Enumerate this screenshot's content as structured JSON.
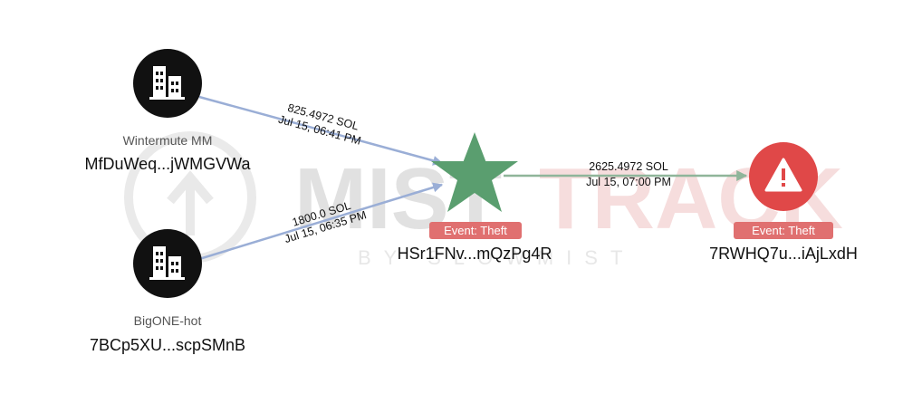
{
  "watermark": {
    "brand_left": "MIST",
    "brand_right": "TRACK",
    "tagline": "BY SLOWMIST"
  },
  "nodes": {
    "wintermute": {
      "label": "Wintermute MM",
      "address": "MfDuWeq...jWMGVWa",
      "icon": "building-icon"
    },
    "bigone": {
      "label": "BigONE-hot",
      "address": "7BCp5XU...scpSMnB",
      "icon": "building-icon"
    },
    "victim": {
      "badge": "Event: Theft",
      "address": "HSr1FNv...mQzPg4R",
      "icon": "star-icon",
      "color": "#5a9e6f"
    },
    "attacker": {
      "badge": "Event: Theft",
      "address": "7RWHQ7u...iAjLxdH",
      "icon": "warning-icon",
      "color": "#e04848"
    }
  },
  "edges": {
    "wintermute_to_victim": {
      "amount": "825.4972 SOL",
      "time": "Jul 15, 06:41 PM",
      "color": "#9aaed6"
    },
    "bigone_to_victim": {
      "amount": "1800.0 SOL",
      "time": "Jul 15, 06:35 PM",
      "color": "#9aaed6"
    },
    "victim_to_attacker": {
      "amount": "2625.4972 SOL",
      "time": "Jul 15, 07:00 PM",
      "color": "#8fb59a"
    }
  },
  "colors": {
    "entity_node": "#111111",
    "badge": "#e07070"
  }
}
